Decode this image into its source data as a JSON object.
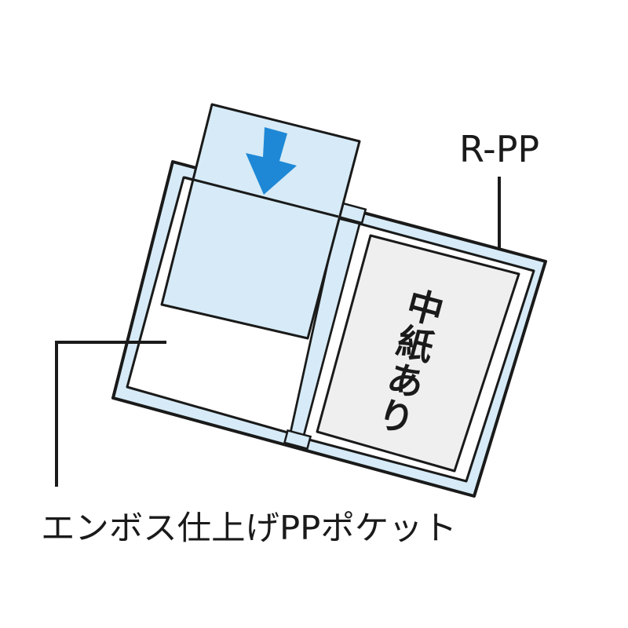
{
  "labels": {
    "cover_material": "R-PP",
    "insert_vertical": "中紙あり",
    "pocket": "エンボス仕上げPPポケット"
  },
  "colors": {
    "outline": "#1a1a1a",
    "cover_frame": "#d6ebf7",
    "sheet_fill": "#d6ebf7",
    "page_fill": "#ffffff",
    "insert_fill": "#efefef",
    "arrow": "#1e88d6"
  },
  "icons": {
    "arrow": "arrow-down-icon"
  }
}
